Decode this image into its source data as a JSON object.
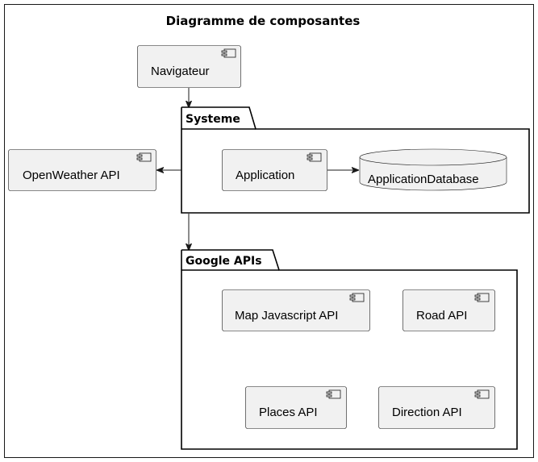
{
  "diagram": {
    "title": "Diagramme de composantes",
    "packages": {
      "systeme": "Systeme",
      "google": "Google APIs"
    },
    "components": {
      "navigateur": "Navigateur",
      "openweather": "OpenWeather API",
      "application": "Application",
      "database": "ApplicationDatabase",
      "map_js": "Map Javascript API",
      "road": "Road API",
      "places": "Places API",
      "direction": "Direction API"
    },
    "colors": {
      "component_fill": "#f1f1f1",
      "border": "#181818",
      "background": "#ffffff"
    }
  }
}
